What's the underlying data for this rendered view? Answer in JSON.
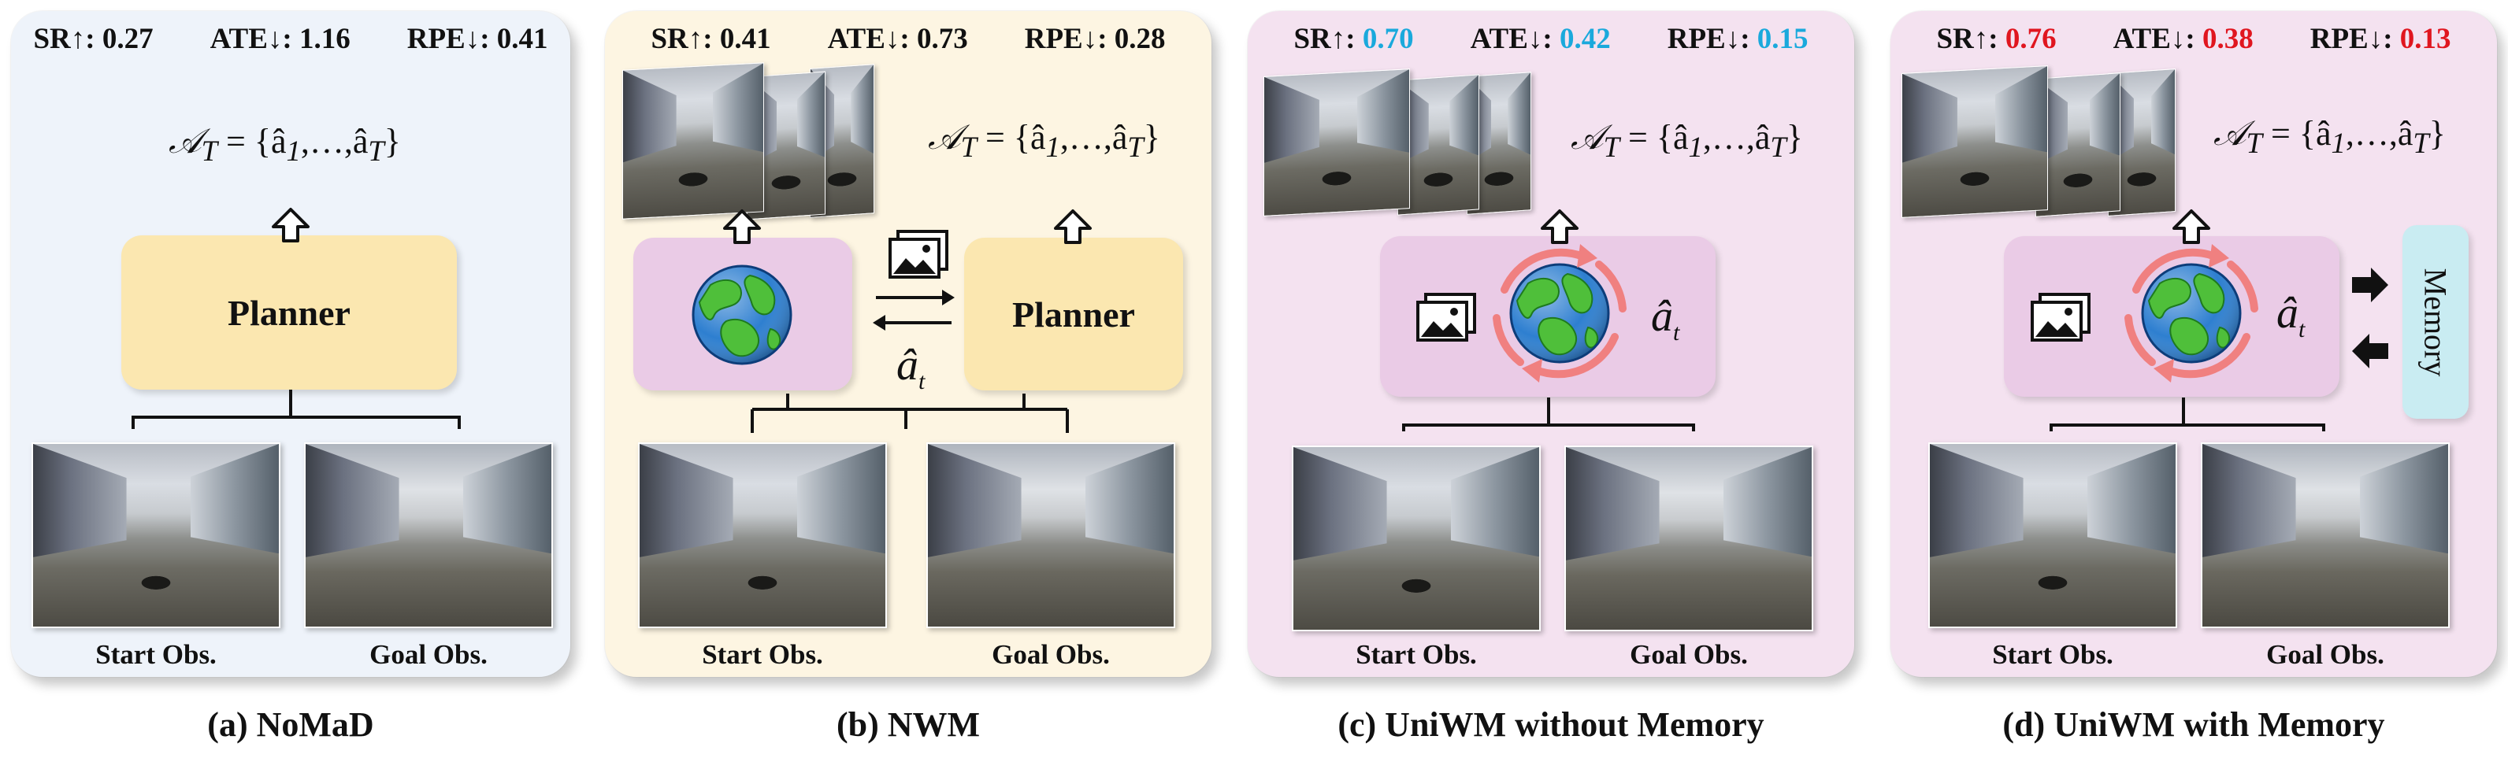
{
  "panels": [
    {
      "id": "a",
      "metrics": [
        {
          "label": "SR↑:",
          "value": "0.27"
        },
        {
          "label": "ATE↓:",
          "value": "1.16"
        },
        {
          "label": "RPE↓:",
          "value": "0.41"
        }
      ],
      "planner_label": "Planner",
      "start_label": "Start Obs.",
      "goal_label": "Goal Obs.",
      "caption": "(a) NoMaD"
    },
    {
      "id": "b",
      "metrics": [
        {
          "label": "SR↑:",
          "value": "0.41"
        },
        {
          "label": "ATE↓:",
          "value": "0.73"
        },
        {
          "label": "RPE↓:",
          "value": "0.28"
        }
      ],
      "planner_label": "Planner",
      "start_label": "Start Obs.",
      "goal_label": "Goal Obs.",
      "caption": "(b) NWM"
    },
    {
      "id": "c",
      "metrics": [
        {
          "label": "SR↑:",
          "value": "0.70",
          "color": "#1aa9dc"
        },
        {
          "label": "ATE↓:",
          "value": "0.42",
          "color": "#1aa9dc"
        },
        {
          "label": "RPE↓:",
          "value": "0.15",
          "color": "#1aa9dc"
        }
      ],
      "start_label": "Start Obs.",
      "goal_label": "Goal Obs.",
      "caption": "(c)  UniWM without Memory"
    },
    {
      "id": "d",
      "metrics": [
        {
          "label": "SR↑:",
          "value": "0.76",
          "color": "#e0161f"
        },
        {
          "label": "ATE↓:",
          "value": "0.38",
          "color": "#e0161f"
        },
        {
          "label": "RPE↓:",
          "value": "0.13",
          "color": "#e0161f"
        }
      ],
      "memory_label": "Memory",
      "start_label": "Start Obs.",
      "goal_label": "Goal Obs.",
      "caption": "(d) UniWM with Memory"
    }
  ],
  "formula": {
    "set": "𝒜",
    "sub": "T",
    "rhs": " = {â",
    "first_idx": "1",
    "mid": ",…,â",
    "last_idx": "T",
    "close": "}"
  },
  "action_symbol": {
    "base": "â",
    "sub": "t"
  },
  "colors": {
    "panel_a": "#eef3fa",
    "panel_b": "#fdf5e2",
    "panel_cd": "#f4e2f0",
    "planner": "#fbe7b0",
    "world_model": "#eacbe6",
    "memory": "#c9ecf2",
    "highlight_blue": "#1aa9dc",
    "highlight_red": "#e0161f",
    "cycle_arrow": "#f08080"
  },
  "icons": [
    "globe-icon",
    "image-stack-icon",
    "hollow-up-arrow-icon",
    "cycle-arrows-icon",
    "solid-arrow-icon"
  ]
}
